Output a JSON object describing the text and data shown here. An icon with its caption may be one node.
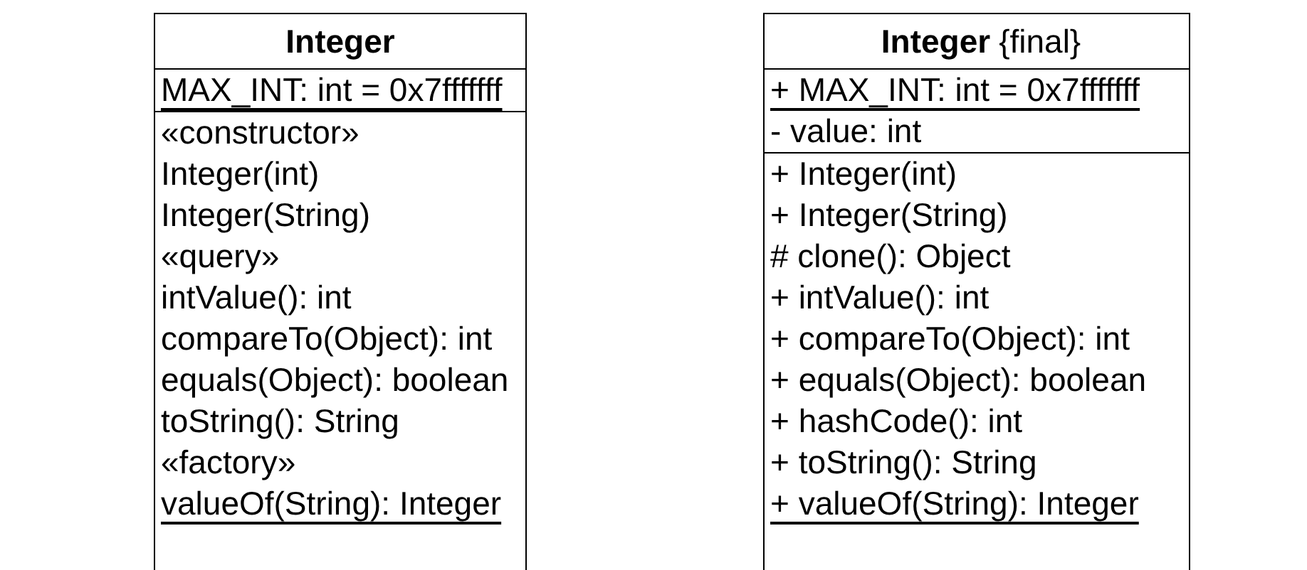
{
  "diagram": {
    "nodes": [
      {
        "text": [
          "Integer"
        ]
      },
      {
        "text": [
          "MAX_INT: int = 0x7fffffff"
        ],
        "in": 0
      },
      {
        "text": [
          "«constructor»",
          "Integer(int)",
          "Integer(String)",
          "«query»",
          "intValue(): int",
          "compareTo(Object): int",
          "equals(Object): boolean",
          "toString(): String",
          "«factory»",
          "valueOf(String): Integer"
        ],
        "in": 0
      },
      {
        "text": [
          "Integer",
          "{final}"
        ]
      },
      {
        "text": [
          "+ MAX_INT: int = 0x7fffffff",
          "- value: int"
        ],
        "in": 3
      },
      {
        "text": [
          "+ Integer(int)",
          "+ Integer(String)",
          "# clone(): Object",
          "+ intValue(): int",
          "+ compareTo(Object): int",
          "+ equals(Object): boolean",
          "+ hashCode(): int",
          "+ toString(): String",
          "+ valueOf(String): Integer"
        ],
        "in": 3
      }
    ]
  }
}
